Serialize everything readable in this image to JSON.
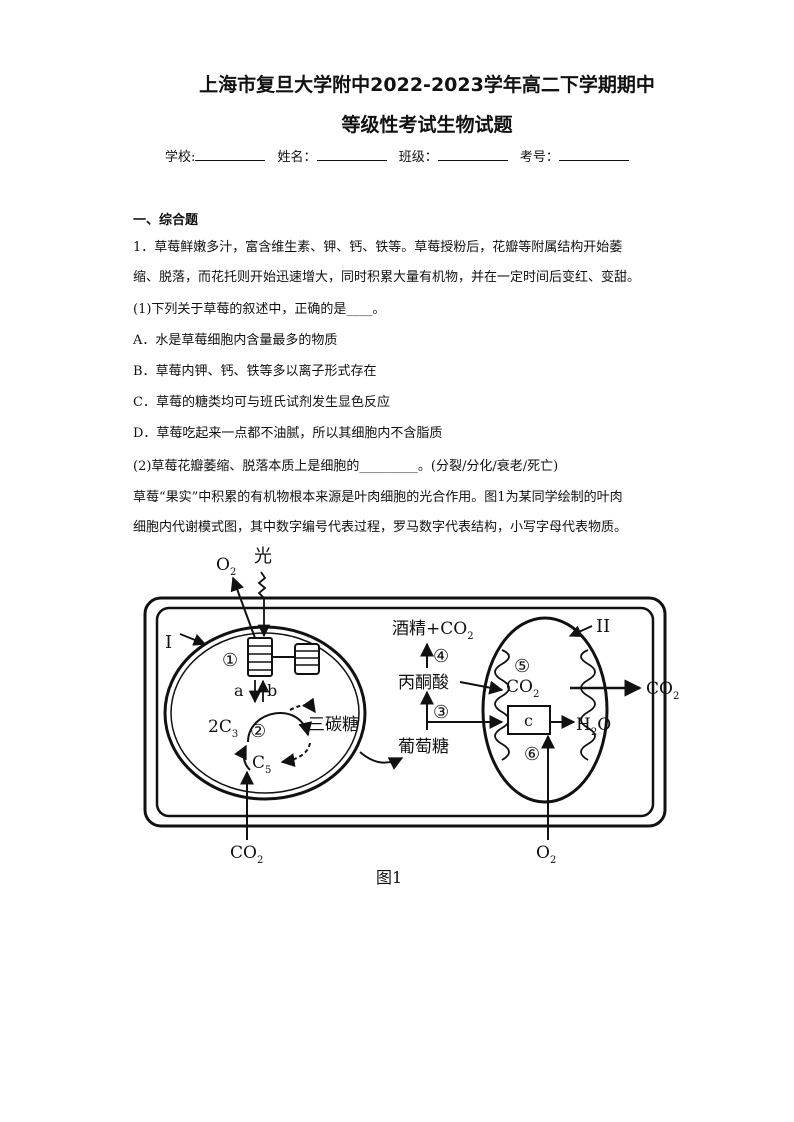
{
  "header": {
    "title_line1": "上海市复旦大学附中2022-2023学年高二下学期期中",
    "title_line2": "等级性考试生物试题",
    "fields": [
      "学校:",
      "姓名：",
      "班级：",
      "考号："
    ]
  },
  "section": {
    "title": "一、综合题"
  },
  "question": {
    "intro_line1": "1．草莓鲜嫩多汁，富含维生素、钾、钙、铁等。草莓授粉后，花瓣等附属结构开始萎",
    "intro_line2": "缩、脱落，而花托则开始迅速增大，同时积累大量有机物，并在一定时间后变红、变甜。",
    "sub1_stem": "(1)下列关于草莓的叙述中，正确的是____。",
    "options": [
      "A．水是草莓细胞内含量最多的物质",
      "B．草莓内钾、钙、铁等多以离子形式存在",
      "C．草莓的糖类均可与班氏试剂发生显色反应",
      "D．草莓吃起来一点都不油腻，所以其细胞内不含脂质"
    ],
    "sub2_stem": "(2)草莓花瓣萎缩、脱落本质上是细胞的_________。(分裂/分化/衰老/死亡)",
    "para_line1": "草莓“果实”中积累的有机物根本来源是叶肉细胞的光合作用。图1为某同学绘制的叶肉",
    "para_line2": "细胞内代谢模式图，其中数字编号代表过程，罗马数字代表结构，小写字母代表物质。"
  },
  "figure": {
    "caption": "图1",
    "labels": {
      "o2_top": "O",
      "o2_top_sub": "2",
      "light": "光",
      "struct_I": "I",
      "struct_II": "II",
      "proc1": "①",
      "proc2": "②",
      "proc3": "③",
      "proc4": "④",
      "proc5": "⑤",
      "proc6": "⑥",
      "mat_a": "a",
      "mat_b": "b",
      "c2_main": "2C",
      "c2_sub": "3",
      "c5_main": "C",
      "c5_sub": "5",
      "triose": "三碳糖",
      "glucose": "葡萄糖",
      "pyruvate": "丙酮酸",
      "ethanol": "酒精+CO",
      "ethanol_sub": "2",
      "co2_mito": "CO",
      "co2_mito_sub": "2",
      "co2_out": "CO",
      "co2_out_sub": "2",
      "mat_c": "c",
      "h2o_main": "H",
      "h2o_sub": "2",
      "h2o_end": "O",
      "co2_in": "CO",
      "co2_in_sub": "2",
      "o2_in": "O",
      "o2_in_sub": "2"
    }
  }
}
